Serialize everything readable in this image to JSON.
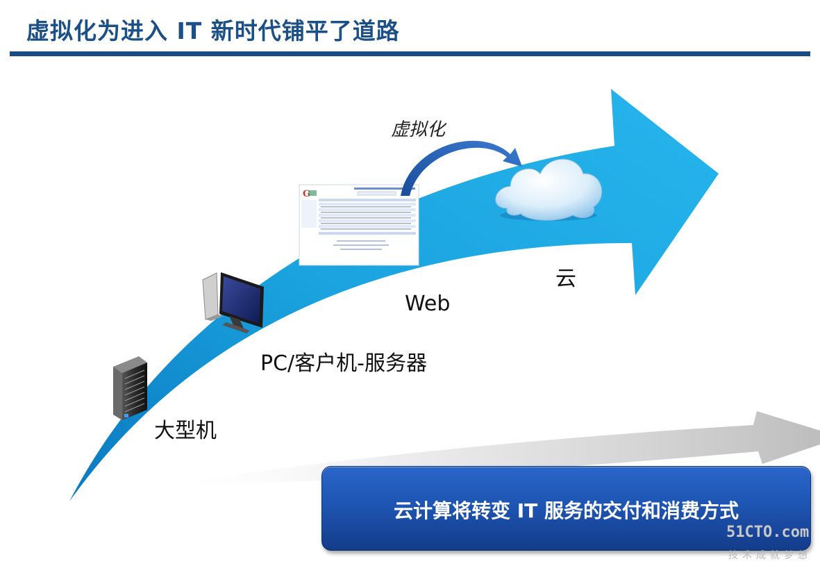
{
  "slide": {
    "title": "虚拟化为进入 IT 新时代铺平了道路"
  },
  "labels": {
    "mainframe": "大型机",
    "pc_server": "PC/客户机-服务器",
    "web": "Web",
    "cloud": "云",
    "virtualization": "虚拟化"
  },
  "banner": {
    "text": "云计算将转变 IT 服务的交付和消费方式"
  },
  "watermark": {
    "main": "51CTO.com",
    "sub": "技术成就梦想"
  },
  "colors": {
    "title": "#1b4f86",
    "rule": "#1a4a86",
    "arrow": "#1aa0dc",
    "banner": "#1e55b3"
  }
}
